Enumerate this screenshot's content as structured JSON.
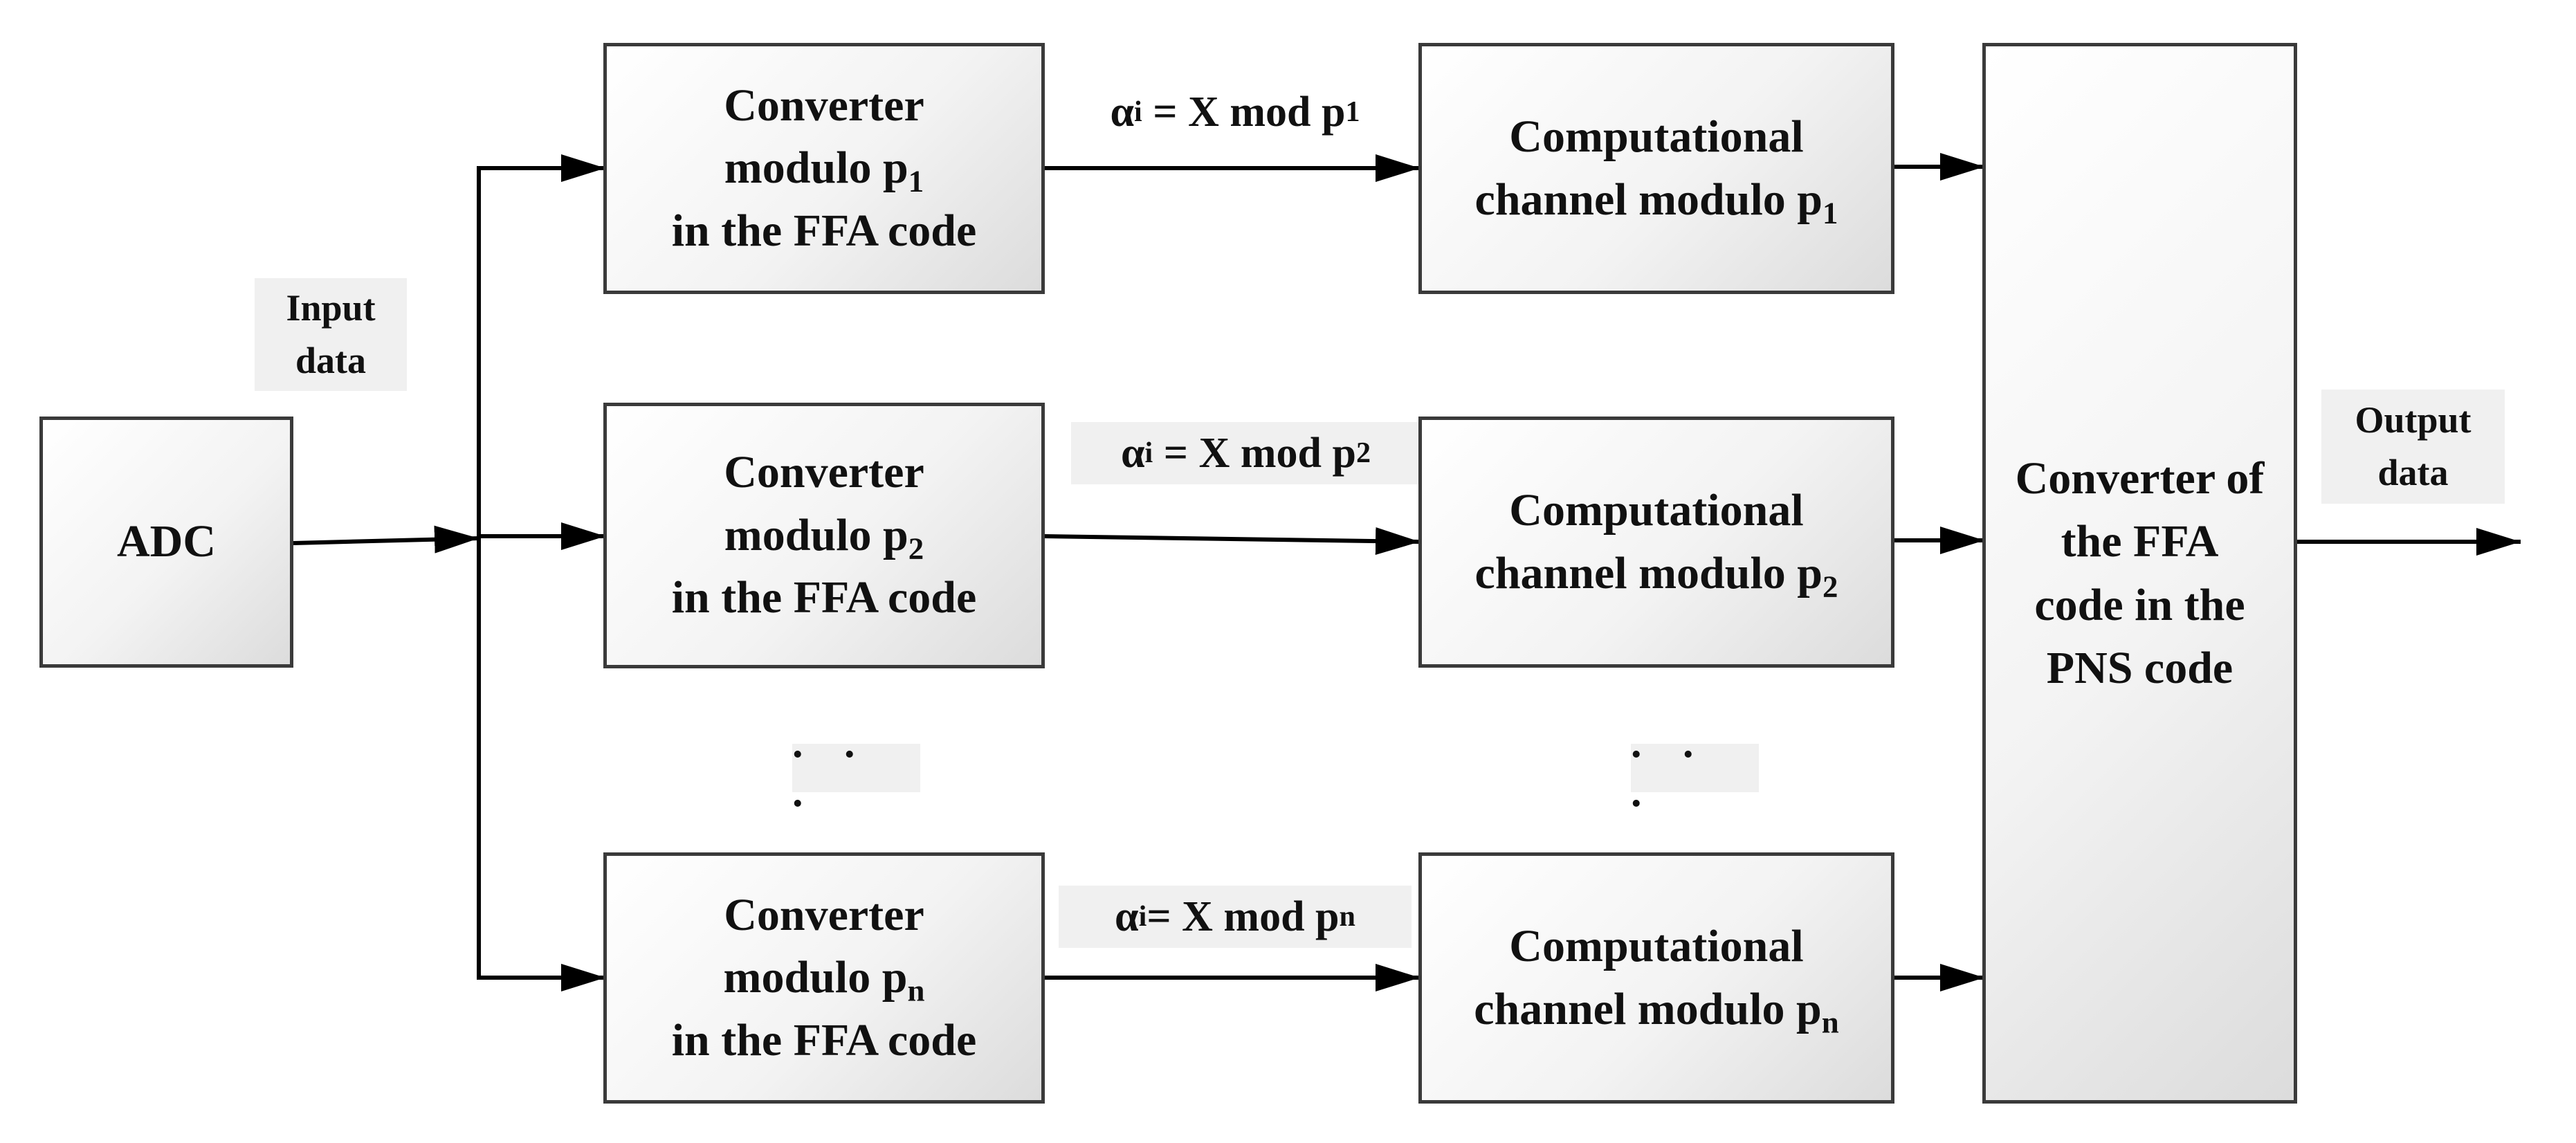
{
  "adc": {
    "label": "ADC"
  },
  "input_label": [
    "Input",
    "data"
  ],
  "output_label": [
    "Output",
    "data"
  ],
  "converters": [
    {
      "line1": "Converter",
      "line2_prefix": "modulo p",
      "line2_sub": "1",
      "line3": "in the FFA code"
    },
    {
      "line1": "Converter",
      "line2_prefix": "modulo p",
      "line2_sub": "2",
      "line3": "in the FFA code"
    },
    {
      "line1": "Converter",
      "line2_prefix": "modulo p",
      "line2_sub": "n",
      "line3": "in the FFA code"
    }
  ],
  "channels": [
    {
      "line1": "Computational",
      "line2_prefix": "channel modulo p",
      "line2_sub": "1"
    },
    {
      "line1": "Computational",
      "line2_prefix": "channel modulo p",
      "line2_sub": "2"
    },
    {
      "line1": "Computational",
      "line2_prefix": "channel modulo p",
      "line2_sub": "n"
    }
  ],
  "equations": [
    {
      "alpha": "α",
      "alpha_sub": "i",
      "middle": " = X mod p",
      "p_sub": "1"
    },
    {
      "alpha": "α",
      "alpha_sub": "i",
      "middle": " = X mod p",
      "p_sub": "2"
    },
    {
      "alpha": "α",
      "alpha_sub": "i",
      "middle": "= X mod p",
      "p_sub": "n"
    }
  ],
  "ellipsis": ". . .",
  "final_converter": [
    "Converter of",
    "the FFA",
    "code in the",
    "PNS code"
  ],
  "colors": {
    "box_border": "#3a3a3a",
    "line": "#000000",
    "label_shade": "#f0f0f0"
  }
}
